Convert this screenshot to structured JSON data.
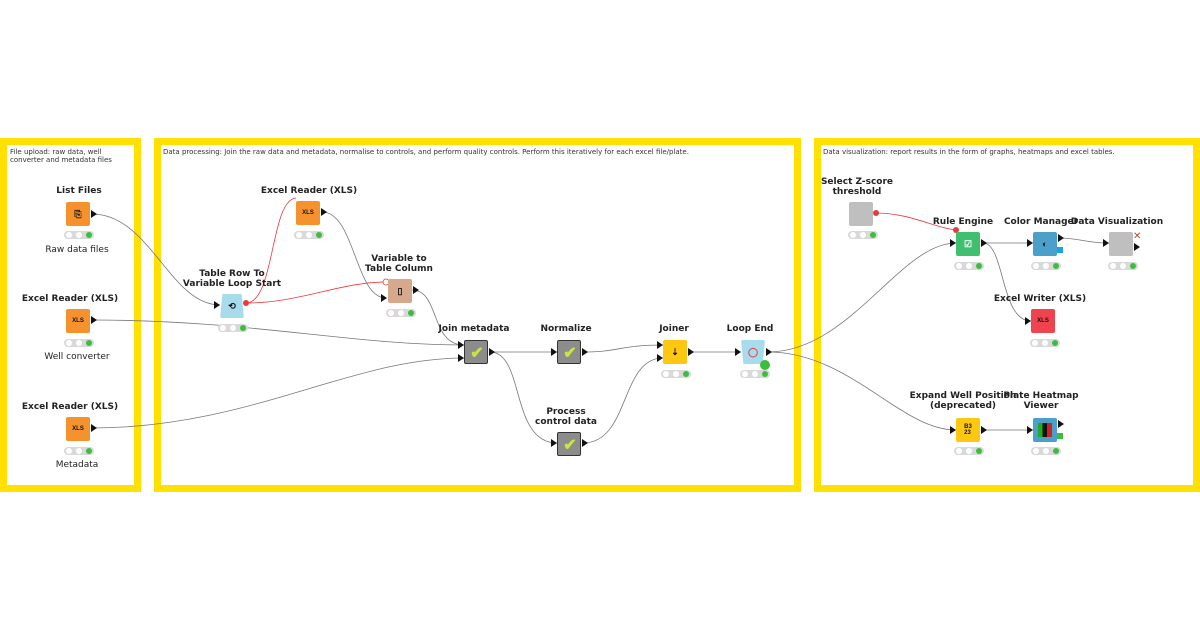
{
  "annotations": {
    "upload": "File upload: raw data, well converter and metadata files",
    "processing": "Data processing: Join the raw data and metadata, normalise to controls, and perform quality controls. Perform this iteratively for each excel file/plate.",
    "visualization": "Data visualization: report results in the form of graphs, heatmaps and excel tables."
  },
  "nodes": {
    "list_files": {
      "title": "List Files",
      "label": "Raw data files",
      "icon": "list-files-icon",
      "color": "#f6922e"
    },
    "excel_reader_1": {
      "title": "Excel Reader (XLS)",
      "label": "Well converter",
      "icon": "xls-icon",
      "color": "#f6922e",
      "icon_text": "XLS"
    },
    "excel_reader_2": {
      "title": "Excel Reader (XLS)",
      "label": "Metadata",
      "icon": "xls-icon",
      "color": "#f6922e",
      "icon_text": "XLS"
    },
    "loop_start": {
      "title": "Table Row To\nVariable Loop Start",
      "label": "",
      "icon": "loop-start-icon",
      "color": "#a6dcec"
    },
    "excel_reader_3": {
      "title": "Excel Reader (XLS)",
      "label": "",
      "icon": "xls-icon",
      "color": "#f6922e",
      "icon_text": "XLS"
    },
    "var_to_col": {
      "title": "Variable to\nTable Column",
      "label": "",
      "icon": "variable-to-column-icon",
      "color": "#d7a98c"
    },
    "join_metadata": {
      "title": "Join metadata",
      "label": "",
      "icon": "metanode-check-icon",
      "color": "#8c8c8c"
    },
    "normalize": {
      "title": "Normalize",
      "label": "",
      "icon": "metanode-check-icon",
      "color": "#8c8c8c"
    },
    "process_control": {
      "title": "Process\ncontrol data",
      "label": "",
      "icon": "metanode-check-icon",
      "color": "#8c8c8c"
    },
    "joiner": {
      "title": "Joiner",
      "label": "",
      "icon": "joiner-icon",
      "color": "#fec712"
    },
    "loop_end": {
      "title": "Loop End",
      "label": "",
      "icon": "loop-end-icon",
      "color": "#a6dcec"
    },
    "select_z": {
      "title": "Select Z-score\nthreshold",
      "label": "",
      "icon": "component-icon",
      "color": "#bfbfbf"
    },
    "rule_engine": {
      "title": "Rule Engine",
      "label": "",
      "icon": "rule-engine-icon",
      "color": "#3fbf6f"
    },
    "color_manager": {
      "title": "Color Manager",
      "label": "",
      "icon": "color-drop-icon",
      "color": "#4aa0c8"
    },
    "data_viz": {
      "title": "Data Visualization",
      "label": "",
      "icon": "component-icon",
      "color": "#bfbfbf"
    },
    "excel_writer": {
      "title": "Excel Writer (XLS)",
      "label": "",
      "icon": "xls-writer-icon",
      "color": "#ef4450",
      "icon_text": "XLS"
    },
    "expand_well": {
      "title": "Expand Well Position\n(deprecated)",
      "label": "",
      "icon": "well-position-icon",
      "color": "#fec712",
      "icon_text": "B3\n23"
    },
    "plate_heatmap": {
      "title": "Plate Heatmap\nViewer",
      "label": "",
      "icon": "heatmap-icon",
      "color": "#4aa0c8"
    }
  }
}
